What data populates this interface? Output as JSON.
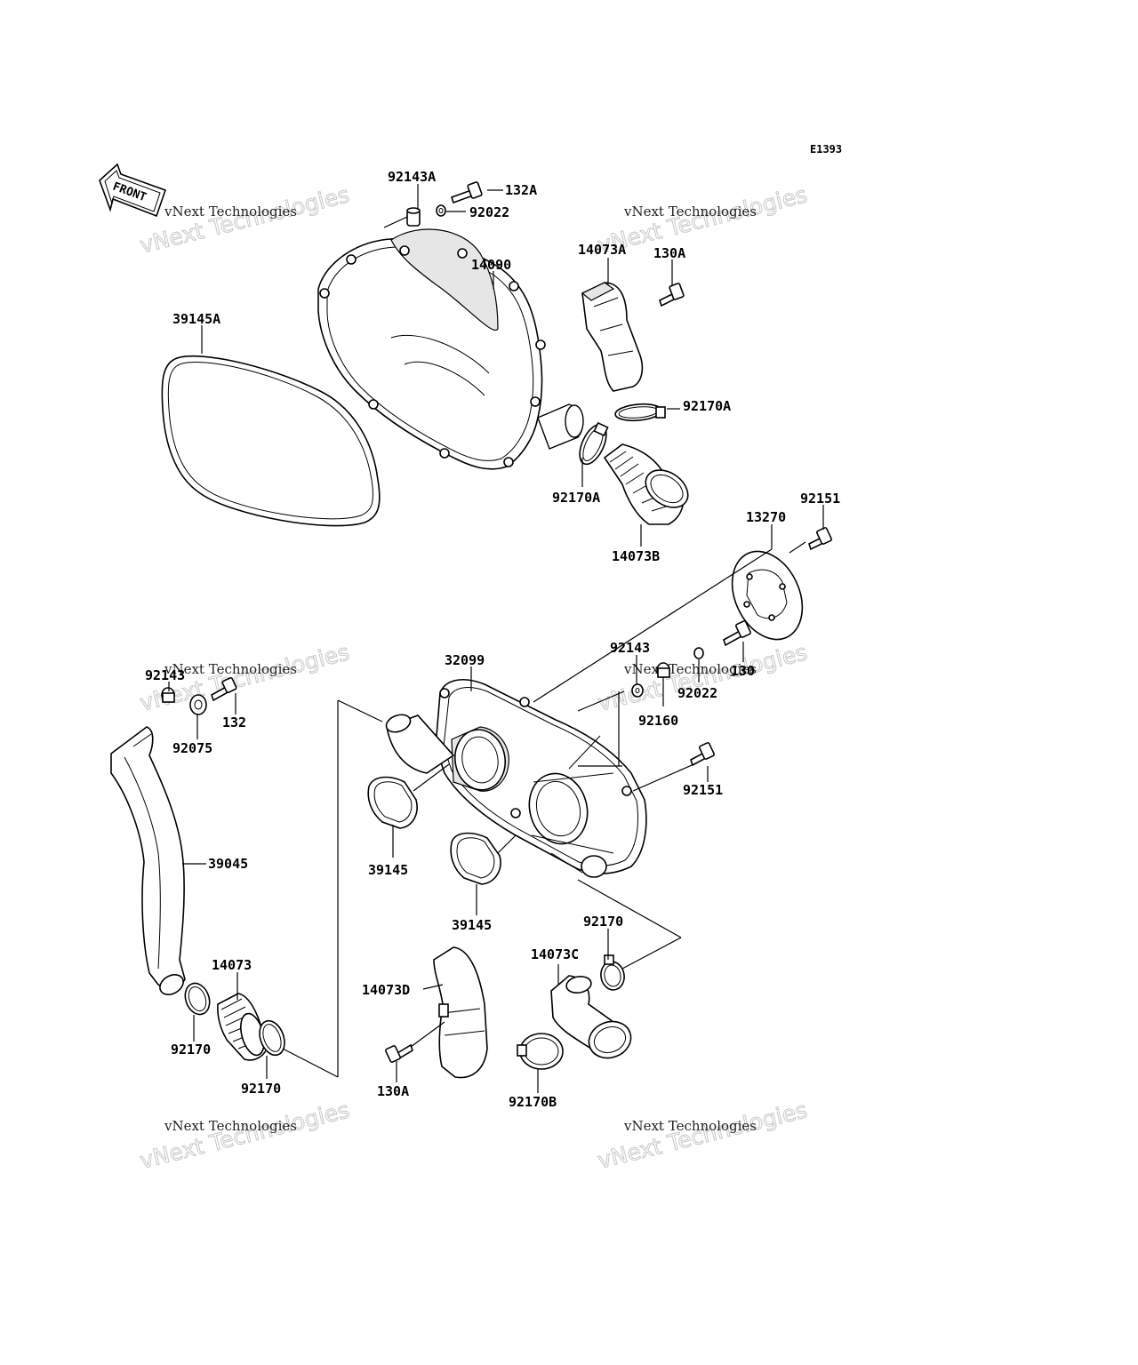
{
  "diagram_code": "E1393",
  "front_arrow_label": "FRONT",
  "watermark": {
    "line1": "vNext Technologies",
    "line2": "vNext Technologies"
  },
  "labels": {
    "p92143A": "92143A",
    "p132A": "132A",
    "p92022_top": "92022",
    "p14090": "14090",
    "p14073A": "14073A",
    "p130A_top": "130A",
    "p39145A": "39145A",
    "p92170A_right": "92170A",
    "p92170A_left": "92170A",
    "p14073B": "14073B",
    "p92151_top": "92151",
    "p13270": "13270",
    "p92143_right": "92143",
    "p32099": "32099",
    "p130": "130",
    "p92022_mid": "92022",
    "p92160": "92160",
    "p92143_left": "92143",
    "p132": "132",
    "p92075": "92075",
    "p92151_mid": "92151",
    "p39145_left": "39145",
    "p39145_right": "39145",
    "p39045": "39045",
    "p92170_top": "92170",
    "p14073C": "14073C",
    "p14073": "14073",
    "p14073D": "14073D",
    "p92170_a": "92170",
    "p92170_b": "92170",
    "p130A_bottom": "130A",
    "p92170B": "92170B"
  }
}
